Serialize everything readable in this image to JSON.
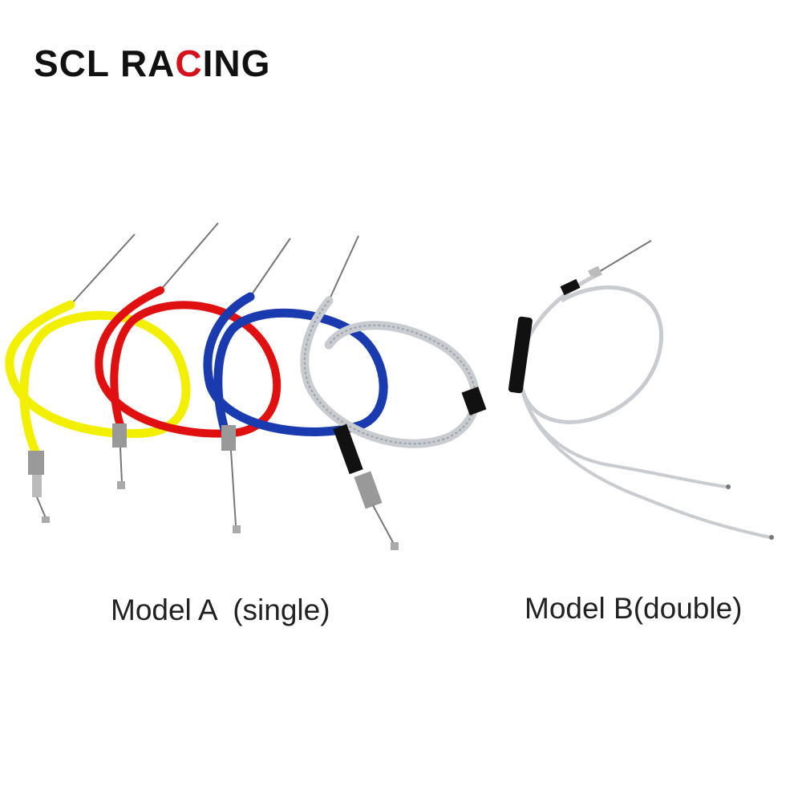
{
  "brand": {
    "name_part1": "SCL RA",
    "name_part2": "C",
    "name_part3": "ING",
    "accent_color": "#d5121b",
    "text_color": "#111111"
  },
  "products": {
    "model_a": {
      "caption": "Model A  (single)",
      "cable_colors": [
        "#f2f000",
        "#e01010",
        "#1a3bb0",
        "#c8ccd0"
      ]
    },
    "model_b": {
      "caption": "Model B(double)",
      "cable_colors": [
        "#c8ccd0"
      ]
    }
  }
}
